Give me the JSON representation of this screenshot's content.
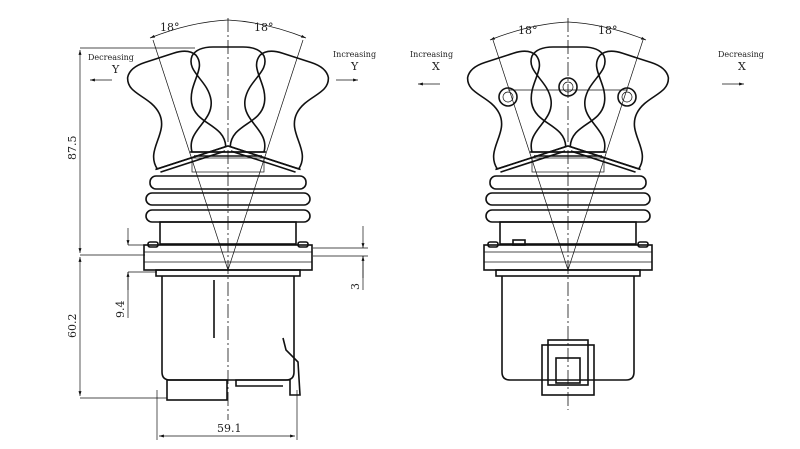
{
  "left_view": {
    "angle_left": "18°",
    "angle_right": "18°",
    "dir_left": {
      "label": "Decreasing",
      "axis": "Y"
    },
    "dir_right": {
      "label": "Increasing",
      "axis": "Y"
    },
    "dim_height_top": "87.5",
    "dim_height_bottom": "60.2",
    "dim_flange_depth": "9.4",
    "dim_flange_thickness": "3",
    "dim_width": "59.1"
  },
  "right_view": {
    "angle_left": "18°",
    "angle_right": "18°",
    "dir_left": {
      "label": "Increasing",
      "axis": "X"
    },
    "dir_right": {
      "label": "Decreasing",
      "axis": "X"
    }
  }
}
